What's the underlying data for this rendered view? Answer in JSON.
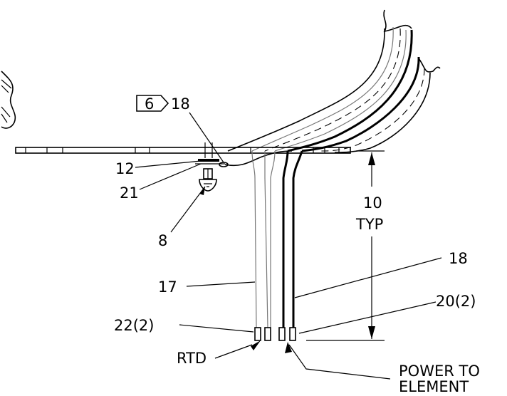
{
  "diagram": {
    "callout_box": "6",
    "callout_box_ref": "18",
    "labels": {
      "item_12": "12",
      "item_21": "21",
      "item_8": "8",
      "dimension_value": "10",
      "dimension_typ": "TYP",
      "item_18_lower": "18",
      "item_17": "17",
      "item_20": "20(2)",
      "item_22": "22(2)",
      "rtd": "RTD",
      "power_line1": "POWER TO",
      "power_line2": "ELEMENT"
    }
  }
}
